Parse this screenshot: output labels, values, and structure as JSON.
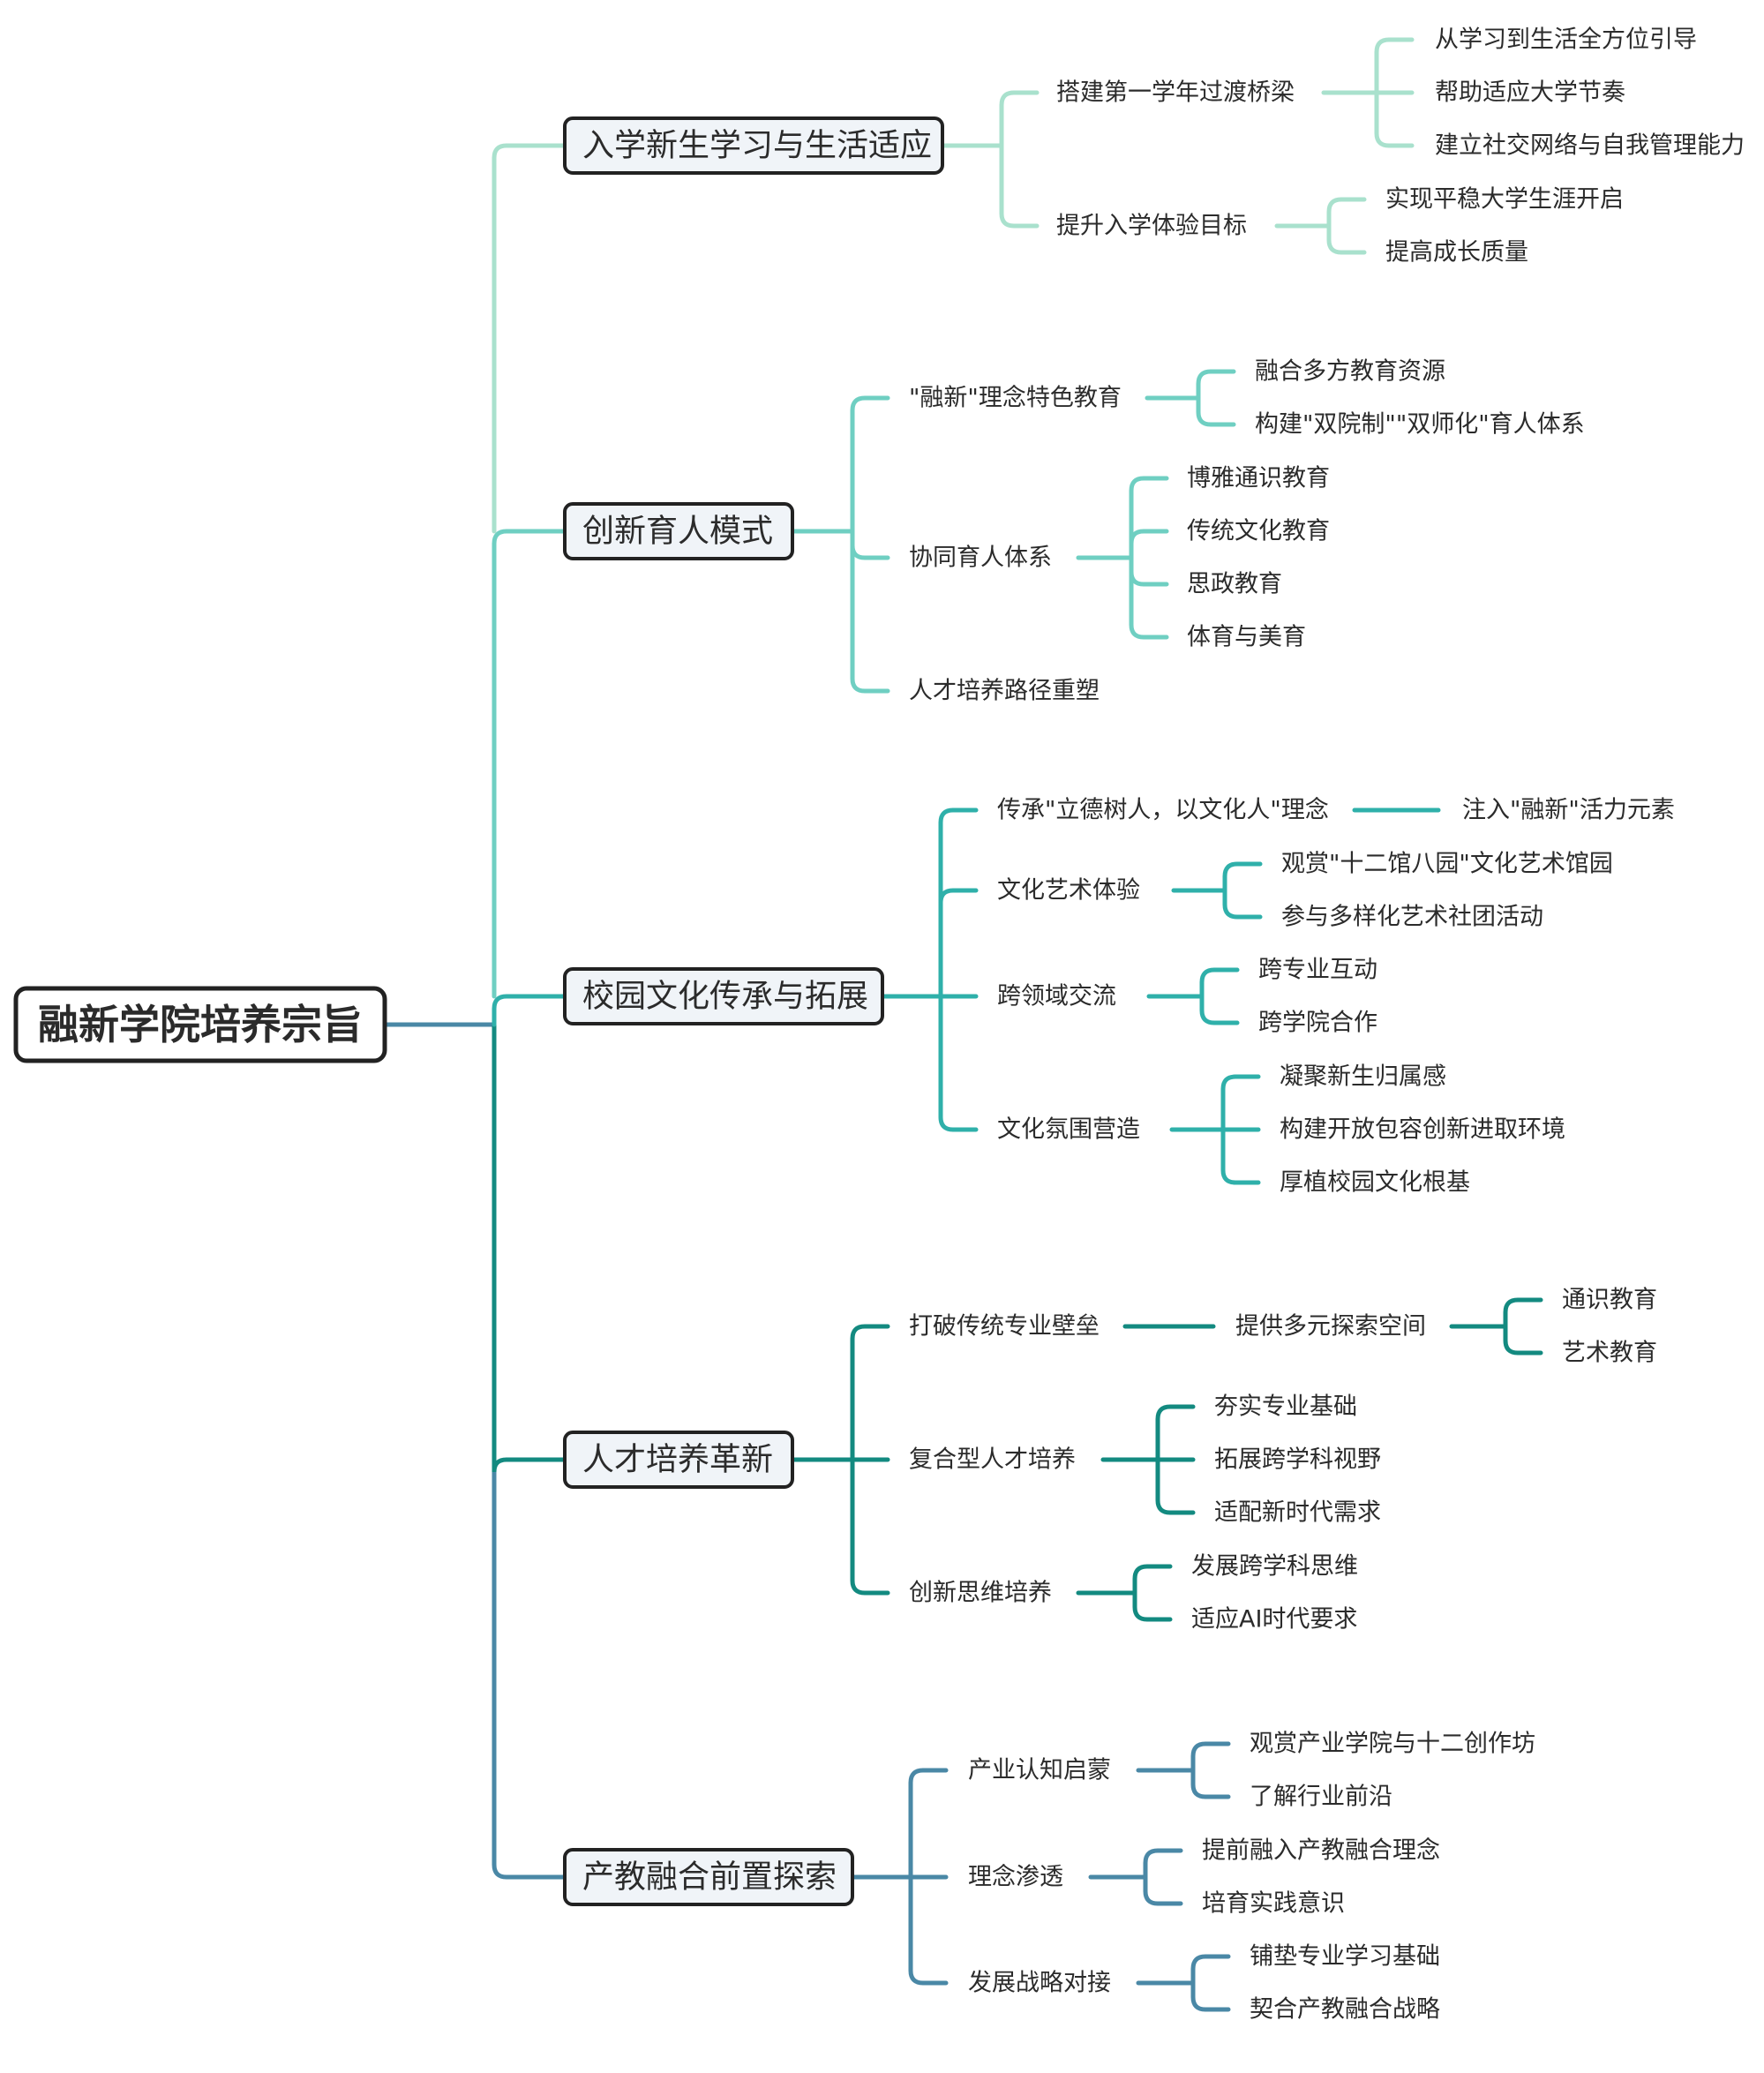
{
  "root": "融新学院培养宗旨",
  "branches": [
    {
      "label": "入学新生学习与生活适应",
      "color": "#a9e1cd",
      "children": [
        {
          "label": "搭建第一学年过渡桥梁",
          "children": [
            "从学习到生活全方位引导",
            "帮助适应大学节奏",
            "建立社交网络与自我管理能力"
          ]
        },
        {
          "label": "提升入学体验目标",
          "children": [
            "实现平稳大学生涯开启",
            "提高成长质量"
          ]
        }
      ]
    },
    {
      "label": "创新育人模式",
      "color": "#6fcfc2",
      "children": [
        {
          "label": "\"融新\"理念特色教育",
          "children": [
            "融合多方教育资源",
            "构建\"双院制\"\"双师化\"育人体系"
          ]
        },
        {
          "label": "协同育人体系",
          "children": [
            "博雅通识教育",
            "传统文化教育",
            "思政教育",
            "体育与美育"
          ]
        },
        {
          "label": "人才培养路径重塑",
          "children": []
        }
      ]
    },
    {
      "label": "校园文化传承与拓展",
      "color": "#2fb0aa",
      "children": [
        {
          "label": "传承\"立德树人，以文化人\"理念",
          "children": [
            "注入\"融新\"活力元素"
          ]
        },
        {
          "label": "文化艺术体验",
          "children": [
            "观赏\"十二馆八园\"文化艺术馆园",
            "参与多样化艺术社团活动"
          ]
        },
        {
          "label": "跨领域交流",
          "children": [
            "跨专业互动",
            "跨学院合作"
          ]
        },
        {
          "label": "文化氛围营造",
          "children": [
            "凝聚新生归属感",
            "构建开放包容创新进取环境",
            "厚植校园文化根基"
          ]
        }
      ]
    },
    {
      "label": "人才培养革新",
      "color": "#138a80",
      "children": [
        {
          "label": "打破传统专业壁垒",
          "children": [
            {
              "label": "提供多元探索空间",
              "children": [
                "通识教育",
                "艺术教育"
              ]
            }
          ]
        },
        {
          "label": "复合型人才培养",
          "children": [
            "夯实专业基础",
            "拓展跨学科视野",
            "适配新时代需求"
          ]
        },
        {
          "label": "创新思维培养",
          "children": [
            "发展跨学科思维",
            "适应AI时代要求"
          ]
        }
      ]
    },
    {
      "label": "产教融合前置探索",
      "color": "#4a88a6",
      "children": [
        {
          "label": "产业认知启蒙",
          "children": [
            "观赏产业学院与十二创作坊",
            "了解行业前沿"
          ]
        },
        {
          "label": "理念渗透",
          "children": [
            "提前融入产教融合理念",
            "培育实践意识"
          ]
        },
        {
          "label": "发展战略对接",
          "children": [
            "铺垫专业学习基础",
            "契合产教融合战略"
          ]
        }
      ]
    }
  ]
}
